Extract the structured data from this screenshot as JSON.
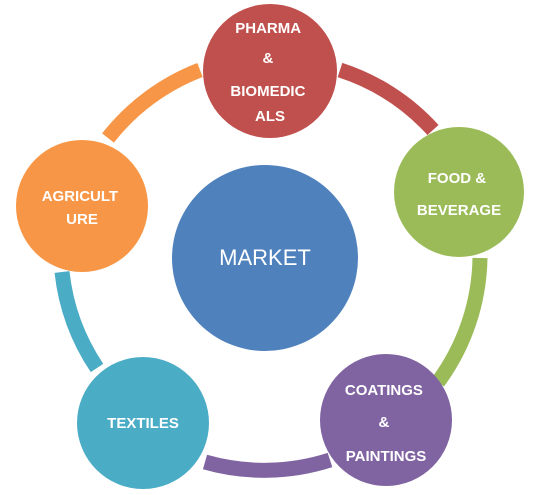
{
  "center": {
    "label": "MARKET",
    "color": "#4f81bd"
  },
  "nodes": [
    {
      "id": "pharma",
      "lines": [
        "PHARMA",
        "&",
        "BIOMEDIC",
        "ALS"
      ],
      "color": "#c0504d"
    },
    {
      "id": "food",
      "lines": [
        "FOOD &",
        "BEVERAGE"
      ],
      "color": "#9bbb59"
    },
    {
      "id": "coatings",
      "lines": [
        "COATINGS",
        "&",
        "PAINTINGS"
      ],
      "color": "#8064a2"
    },
    {
      "id": "textiles",
      "lines": [
        "TEXTILES"
      ],
      "color": "#4bacc6"
    },
    {
      "id": "agriculture",
      "lines": [
        "AGRICULT",
        "URE"
      ],
      "color": "#f79646"
    }
  ]
}
